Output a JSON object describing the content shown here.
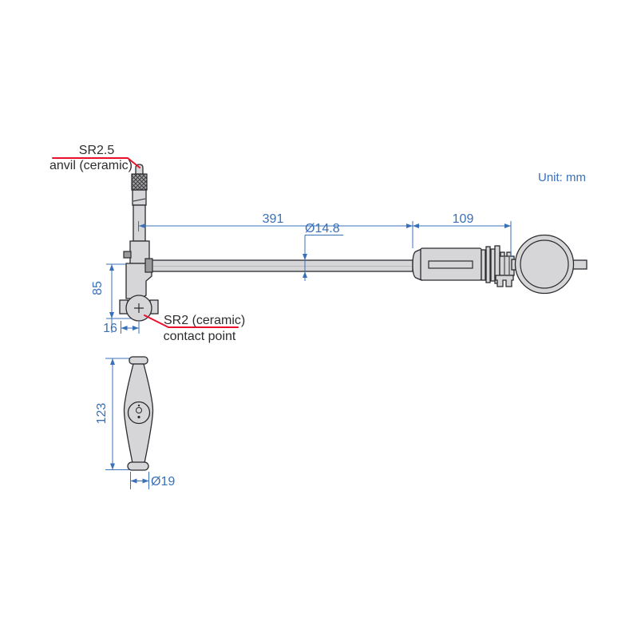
{
  "unit_label": "Unit: mm",
  "callouts": {
    "anvil_line1": "SR2.5",
    "anvil_line2": "anvil (ceramic)",
    "contact_line1": "SR2 (ceramic)",
    "contact_line2": "contact point"
  },
  "dimensions": {
    "rod_length": "391",
    "grip_section": "109",
    "rod_diameter": "Ø14.8",
    "head_height": "85",
    "contact_offset": "16",
    "handle_length": "123",
    "handle_end_diameter": "Ø19"
  },
  "colors": {
    "dimension": "#3a70b8",
    "leader": "#e8112d",
    "part_fill": "#d6d6d8",
    "part_mid": "#9a9a9c",
    "part_stroke": "#2b2b2f",
    "text_dark": "#2d2d2d"
  }
}
